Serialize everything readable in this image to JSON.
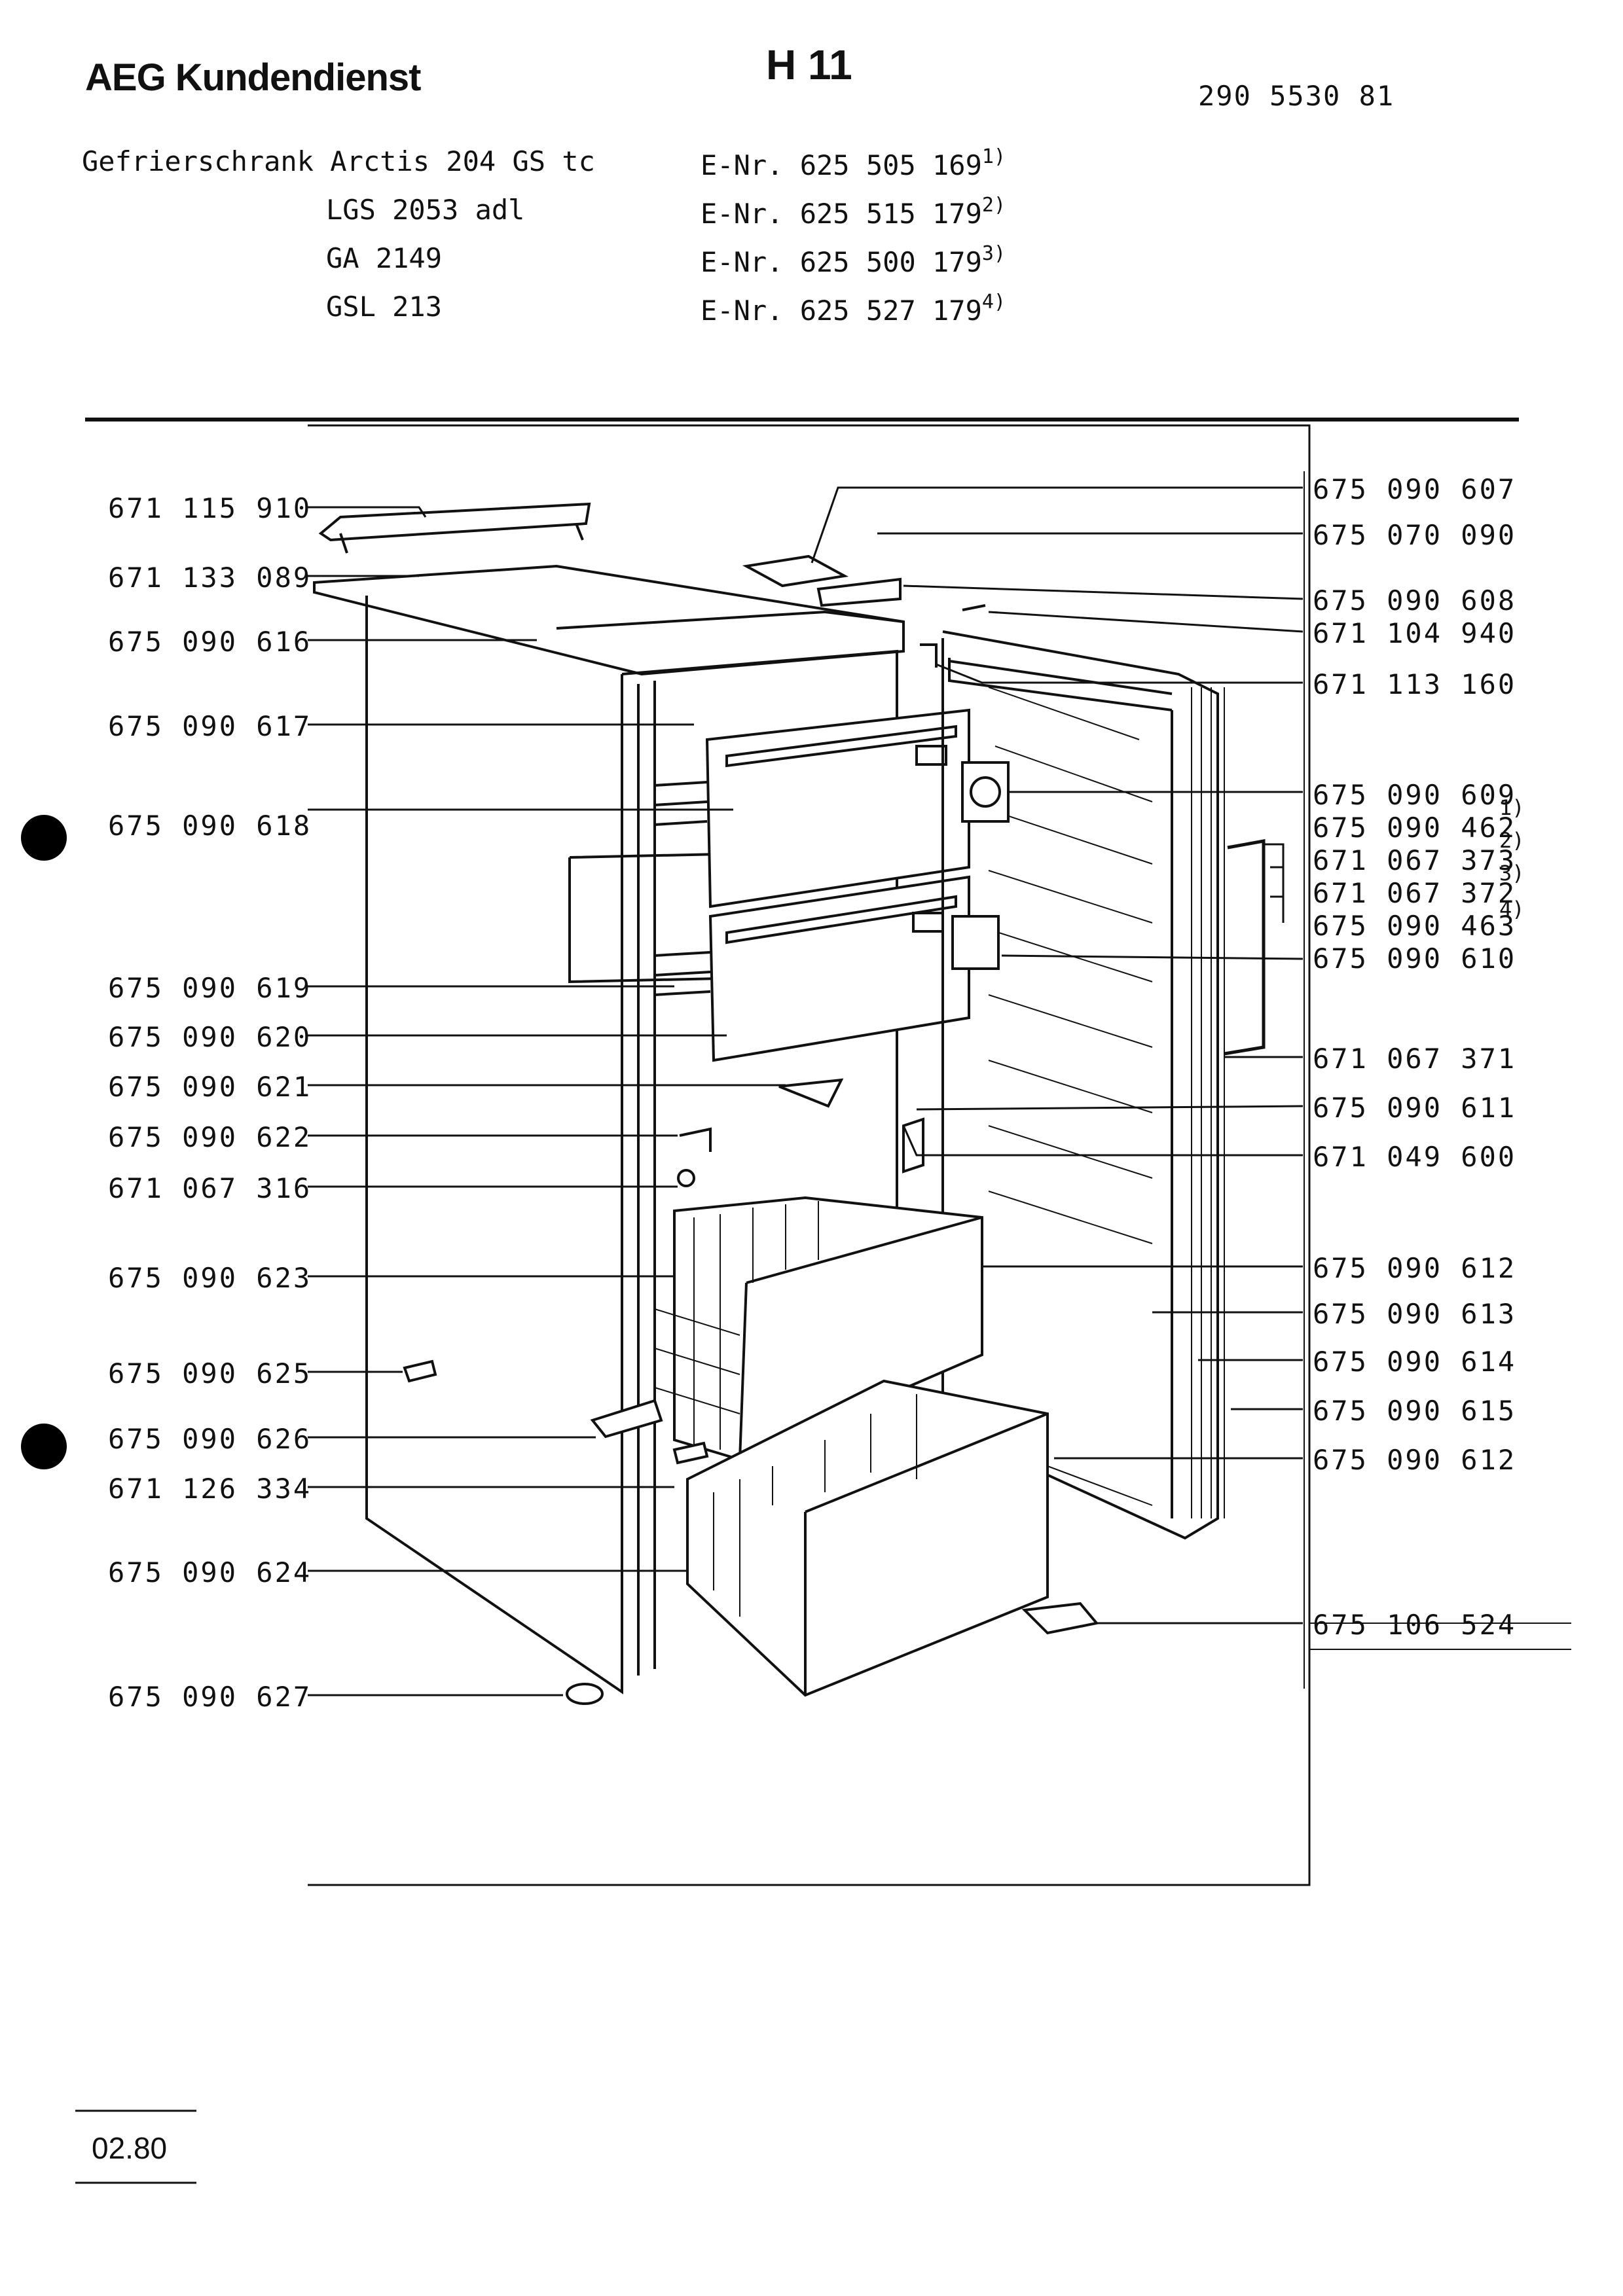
{
  "header": {
    "brand": "AEG Kundendienst",
    "sheet": "H 11",
    "doc_number": "290 5530 81"
  },
  "models": [
    {
      "name": "Gefrierschrank Arctis 204 GS tc",
      "enr_label": "E-Nr.",
      "enr": "625 505 169",
      "note": "1)"
    },
    {
      "name": "LGS 2053 adl",
      "enr_label": "E-Nr.",
      "enr": "625 515 179",
      "note": "2)"
    },
    {
      "name": "GA 2149",
      "enr_label": "E-Nr.",
      "enr": "625 500 179",
      "note": "3)"
    },
    {
      "name": "GSL 213",
      "enr_label": "E-Nr.",
      "enr": "625 527 179",
      "note": "4)"
    }
  ],
  "left_parts": [
    "671 115 910",
    "671 133 089",
    "675 090 616",
    "675 090 617",
    "675 090 618",
    "675 090 619",
    "675 090 620",
    "675 090 621",
    "675 090 622",
    "671 067 316",
    "675 090 623",
    "675 090 625",
    "675 090 626",
    "671 126 334",
    "675 090 624",
    "675 090 627"
  ],
  "right_parts": [
    "675 090 607",
    "675 070 090",
    "675 090 608",
    "671 104 940",
    "671 113 160",
    "675 090 609",
    "675 090 462",
    "671 067 373",
    "671 067 372",
    "675 090 463",
    "675 090 610",
    "671 067 371",
    "675 090 611",
    "671 049 600",
    "675 090 612",
    "675 090 613",
    "675 090 614",
    "675 090 615",
    "675 090 612",
    "675 106 524"
  ],
  "right_notes": [
    "1)",
    "2)",
    "3)",
    "4)"
  ],
  "footer": {
    "date": "02.80"
  }
}
